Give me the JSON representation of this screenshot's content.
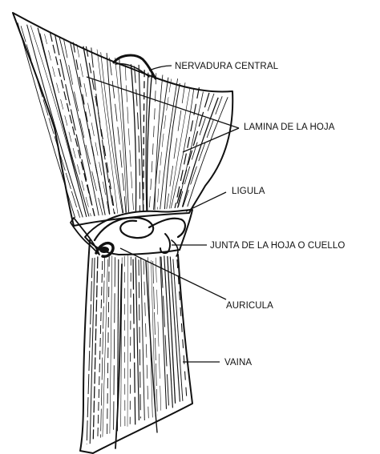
{
  "labels": {
    "midrib": "NERVADURA CENTRAL",
    "blade": "LAMINA DE LA HOJA",
    "ligule": "LIGULA",
    "collar": "JUNTA DE LA HOJA O CUELLO",
    "auricle": "AURICULA",
    "sheath": "VAINA"
  },
  "colors": {
    "ink": "#111111",
    "background": "#ffffff"
  }
}
